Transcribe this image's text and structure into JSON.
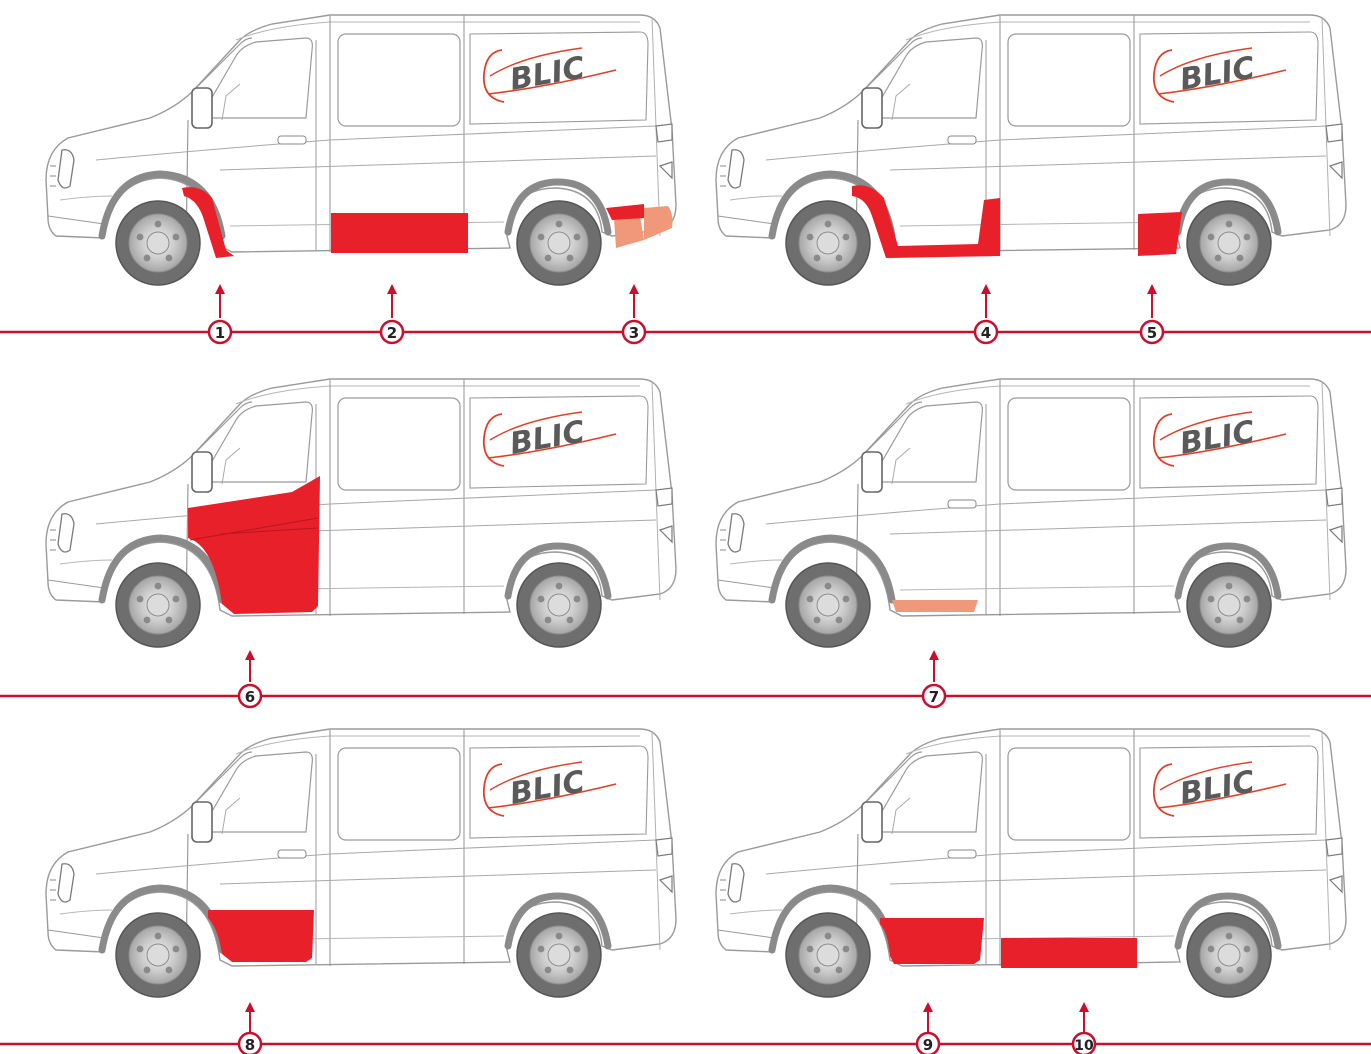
{
  "brand": {
    "logo_text": "BLIC",
    "logo_color": "#5a5a5a",
    "swoosh_color": "#e0402a"
  },
  "colors": {
    "highlight_red": "#e8202a",
    "highlight_salmon": "#f0987a",
    "line_red": "#c8102e",
    "outline": "#9a9a9a",
    "tire": "#6e6e6e",
    "rim": "#bdbdbd"
  },
  "rows": [
    {
      "vans": [
        {
          "name": "van-1",
          "highlights": [
            "front-wheel-arch",
            "sliding-door-sill",
            "rear-bumper-corner"
          ]
        },
        {
          "name": "van-2",
          "highlights": [
            "front-arch-and-sill",
            "b-pillar-lower",
            "rear-arch-lower"
          ]
        }
      ],
      "markers": [
        "1",
        "2",
        "3",
        "4",
        "5"
      ]
    },
    {
      "vans": [
        {
          "name": "van-3",
          "highlights": [
            "front-door-complete"
          ]
        },
        {
          "name": "van-4",
          "highlights": [
            "front-door-sill-strip"
          ]
        }
      ],
      "markers": [
        "6",
        "7"
      ]
    },
    {
      "vans": [
        {
          "name": "van-5",
          "highlights": [
            "front-door-lower"
          ]
        },
        {
          "name": "van-6",
          "highlights": [
            "front-door-lower",
            "sliding-door-lower"
          ]
        }
      ],
      "markers": [
        "8",
        "9",
        "10"
      ]
    }
  ]
}
